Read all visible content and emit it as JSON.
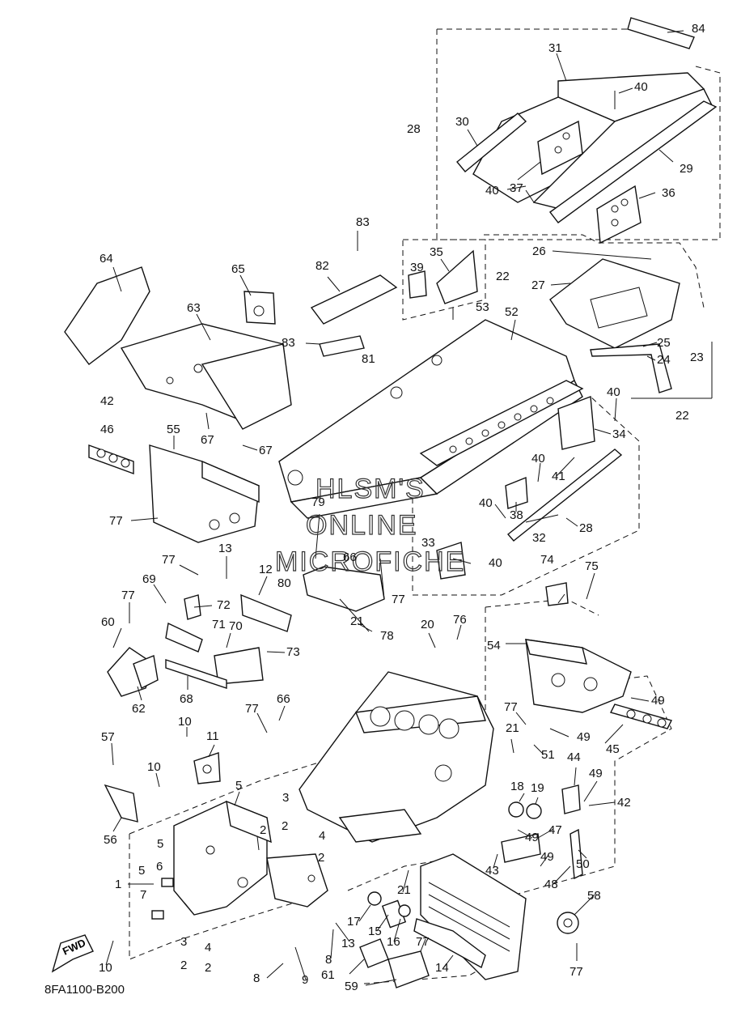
{
  "diagram": {
    "drawing_code": "8FA1100-B200",
    "fwd_label": "FWD",
    "watermark": [
      "HLSM'S",
      "ONLINE",
      "MICROFICHE"
    ],
    "part_numbers": [
      "84",
      "31",
      "40",
      "28",
      "30",
      "29",
      "37",
      "36",
      "40",
      "83",
      "82",
      "35",
      "39",
      "53",
      "52",
      "26",
      "22",
      "27",
      "25",
      "24",
      "23",
      "22",
      "64",
      "65",
      "63",
      "83",
      "81",
      "67",
      "67",
      "42",
      "46",
      "55",
      "77",
      "40",
      "34",
      "40",
      "41",
      "40",
      "38",
      "32",
      "28",
      "79",
      "33",
      "66",
      "80",
      "40",
      "77",
      "78",
      "13",
      "12",
      "77",
      "72",
      "69",
      "77",
      "60",
      "71",
      "70",
      "73",
      "68",
      "62",
      "74",
      "75",
      "20",
      "76",
      "21",
      "54",
      "77",
      "49",
      "45",
      "49",
      "10",
      "11",
      "57",
      "10",
      "56",
      "77",
      "66",
      "5",
      "21",
      "51",
      "44",
      "49",
      "42",
      "18",
      "19",
      "47",
      "49",
      "43",
      "50",
      "49",
      "48",
      "1",
      "5",
      "6",
      "5",
      "7",
      "2",
      "3",
      "2",
      "4",
      "2",
      "21",
      "17",
      "15",
      "16",
      "77",
      "14",
      "58",
      "77",
      "13",
      "8",
      "9",
      "8",
      "61",
      "59",
      "10",
      "3",
      "2",
      "4",
      "2"
    ]
  }
}
